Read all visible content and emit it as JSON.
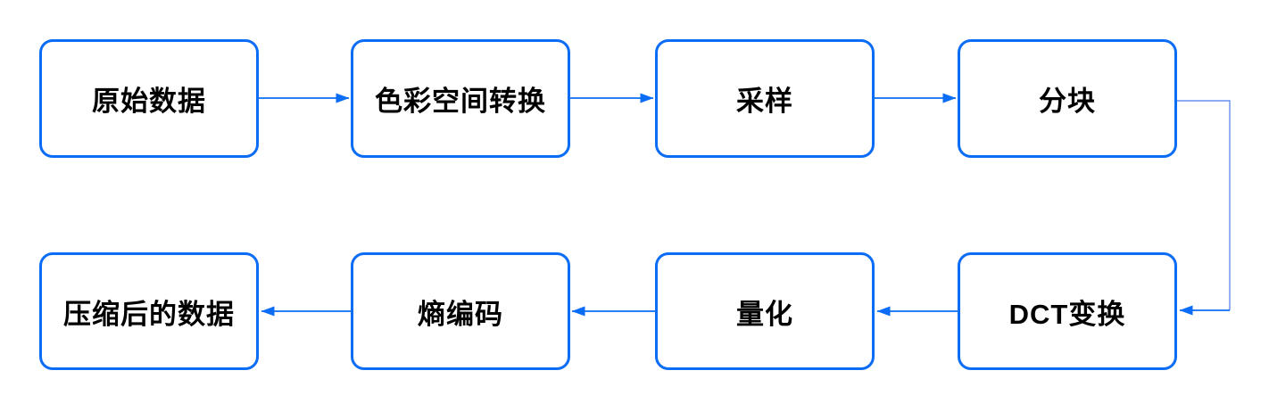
{
  "colors": {
    "accent": "#0b6cf5",
    "connector-light": "#6590ee",
    "text": "#000000",
    "background": "#ffffff"
  },
  "flowchart": {
    "nodes": [
      {
        "id": "node-raw-data",
        "label": "原始数据"
      },
      {
        "id": "node-color-space-conversion",
        "label": "色彩空间转换"
      },
      {
        "id": "node-sampling",
        "label": "采样"
      },
      {
        "id": "node-blocking",
        "label": "分块"
      },
      {
        "id": "node-dct-transform",
        "label": "DCT变换"
      },
      {
        "id": "node-quantization",
        "label": "量化"
      },
      {
        "id": "node-entropy-coding",
        "label": "熵编码"
      },
      {
        "id": "node-compressed-data",
        "label": "压缩后的数据"
      }
    ],
    "edges": [
      {
        "from": "原始数据",
        "to": "色彩空间转换",
        "direction": "right"
      },
      {
        "from": "色彩空间转换",
        "to": "采样",
        "direction": "right"
      },
      {
        "from": "采样",
        "to": "分块",
        "direction": "right"
      },
      {
        "from": "分块",
        "to": "DCT变换",
        "direction": "elbow-down-left"
      },
      {
        "from": "DCT变换",
        "to": "量化",
        "direction": "left"
      },
      {
        "from": "量化",
        "to": "熵编码",
        "direction": "left"
      },
      {
        "from": "熵编码",
        "to": "压缩后的数据",
        "direction": "left"
      }
    ]
  }
}
